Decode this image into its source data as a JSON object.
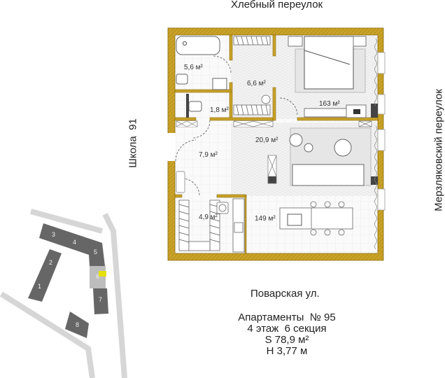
{
  "streets": {
    "top": "Хлебный переулок",
    "right": "Мерзляковский переулок",
    "left": "Школа  91",
    "bottom": "Поварская ул."
  },
  "apartment": {
    "title": "Апартаменты  № 95",
    "floor_section": "4 этаж  6 секция",
    "area": "S 78,9 м²",
    "height": "H 3,77 м"
  },
  "rooms": [
    {
      "name": "bathroom",
      "area": "5,6 м²"
    },
    {
      "name": "wardrobe-top",
      "area": "6,6 м²"
    },
    {
      "name": "bedroom",
      "area": "163 м²"
    },
    {
      "name": "wc",
      "area": "1,8 м²"
    },
    {
      "name": "living",
      "area": "20,9 м²"
    },
    {
      "name": "hall",
      "area": "7,9 м²"
    },
    {
      "name": "wardrobe-bottom",
      "area": "4,9 м²"
    },
    {
      "name": "kitchen",
      "area": "149 м²"
    }
  ],
  "site_plan": {
    "buildings": [
      "1",
      "2",
      "3",
      "4",
      "5",
      "6",
      "7",
      "8"
    ],
    "highlighted_section": "6"
  },
  "colors": {
    "wall": "#c9a227",
    "building": "#666666",
    "building_selected": "#bdbdbd",
    "highlight": "#e6e000",
    "road": "#d6d6d6"
  }
}
